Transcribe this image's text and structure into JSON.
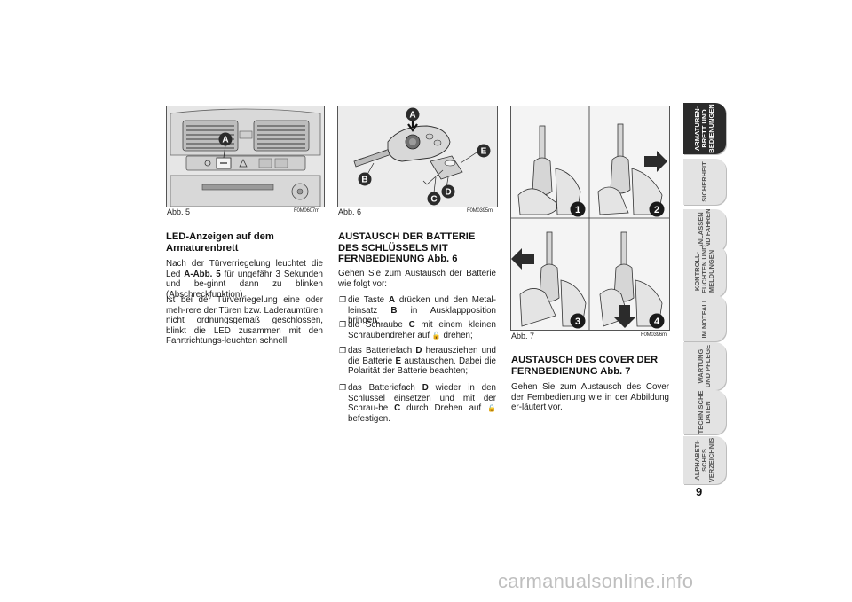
{
  "figures": {
    "abb5": {
      "caption": "Abb. 5",
      "code": "F0M0607m",
      "marker": "A"
    },
    "abb6": {
      "caption": "Abb. 6",
      "code": "F0M0395m",
      "markers": [
        "A",
        "B",
        "C",
        "D",
        "E"
      ]
    },
    "abb7": {
      "caption": "Abb. 7",
      "code": "F0M0396m",
      "steps": [
        "1",
        "2",
        "3",
        "4"
      ]
    }
  },
  "col1": {
    "heading": "LED-Anzeigen auf dem Armaturenbrett",
    "para1_a": "Nach der Türverriegelung leuchtet die Led ",
    "para1_b": "A-Abb. 5",
    "para1_c": " für ungefähr 3 Sekunden und be-ginnt dann zu blinken (Abschreckfunktion).",
    "para2": "Ist bei der Türverriegelung eine oder meh-rere der Türen bzw. Laderaumtüren nicht ordnungsgemäß geschlossen, blinkt die LED zusammen mit den Fahrtrichtungs-leuchten schnell."
  },
  "col2": {
    "heading": "AUSTAUSCH DER BATTERIE DES SCHLÜSSELS MIT FERNBEDIENUNG Abb. 6",
    "intro": "Gehen Sie zum Austausch der Batterie wie folgt vor:",
    "bullet_mark": "❐",
    "b1": [
      "die Taste ",
      "A",
      " drücken und den Metal-leinsatz ",
      "B",
      " in Ausklappposition bringen;"
    ],
    "b2": [
      "die Schraube ",
      "C",
      " mit einem kleinen Schraubendreher auf ",
      "🔓",
      " drehen;"
    ],
    "b3": [
      "das Batteriefach ",
      "D",
      " herausziehen und die Batterie ",
      "E",
      " austauschen. Dabei die Polarität der Batterie beachten;"
    ],
    "b4": [
      "das Batteriefach ",
      "D",
      " wieder in den Schlüssel einsetzen und mit der Schrau-be ",
      "C",
      " durch Drehen auf ",
      "🔒",
      " befestigen."
    ]
  },
  "col3": {
    "heading": "AUSTAUSCH DES COVER DER FERNBEDIENUNG Abb. 7",
    "para": "Gehen Sie zum Austausch des Cover der Fernbedienung wie in der Abbildung er-läutert vor."
  },
  "tabs": [
    {
      "label": "ARMATUREN-\nBRETT UND\nBEDIENUNGEN",
      "active": true
    },
    {
      "label": "SICHERHEIT",
      "active": false
    },
    {
      "label": "ANLASSEN\nUND FAHREN",
      "active": false
    },
    {
      "label": "KONTROLL-\nLEUCHTEN UND\nMELDUNGEN",
      "active": false
    },
    {
      "label": "IM NOTFALL",
      "active": false
    },
    {
      "label": "WARTUNG\nUND PFLEGE",
      "active": false
    },
    {
      "label": "TECHNISCHE\nDATEN",
      "active": false
    },
    {
      "label": "ALPHABETI-\nSCHES\nVERZEICHNIS",
      "active": false
    }
  ],
  "page_number": "9",
  "watermark": "carmanualsonline.info"
}
